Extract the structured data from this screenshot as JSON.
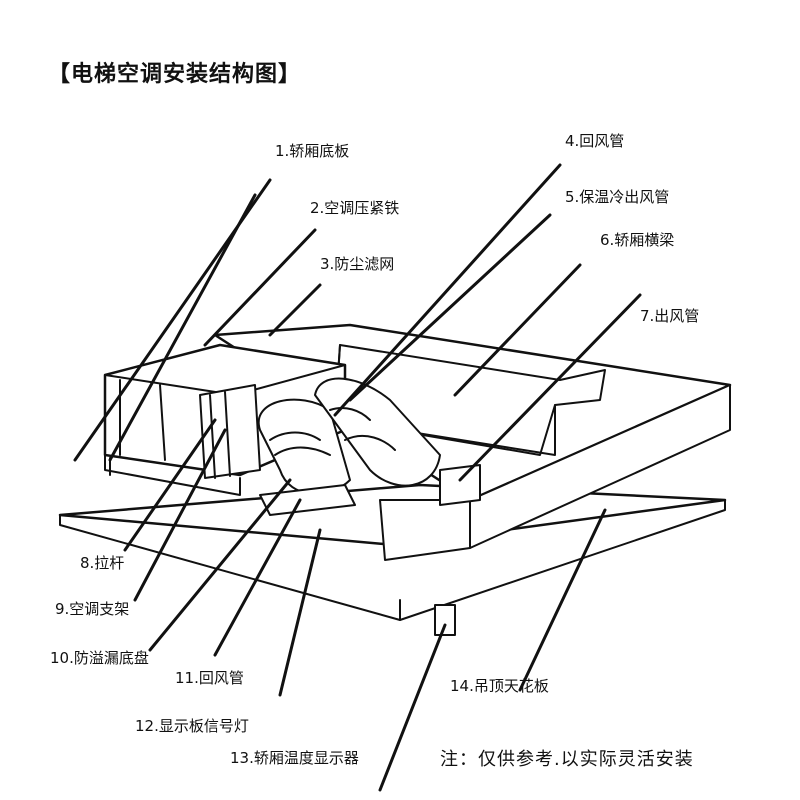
{
  "title": "【电梯空调安装结构图】",
  "labels": [
    "1.轿厢底板",
    "2.空调压紧铁",
    "3.防尘滤网",
    "4.回风管",
    "5.保温冷出风管",
    "6.轿厢横梁",
    "7.出风管",
    "8.拉杆",
    "9.空调支架",
    "10.防溢漏底盘",
    "11.回风管",
    "12.显示板信号灯",
    "13.轿厢温度显示器",
    "14.吊顶天花板"
  ],
  "note": "注：仅供参考.以实际灵活安装"
}
